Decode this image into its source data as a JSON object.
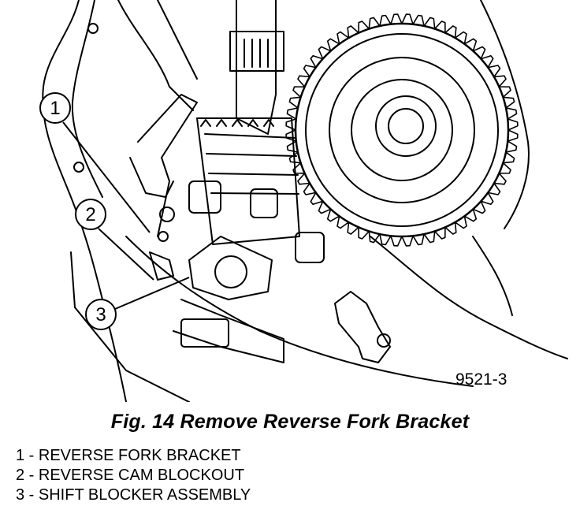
{
  "figure": {
    "figure_id": "9521-3",
    "caption": "Fig. 14 Remove Reverse Fork Bracket"
  },
  "callouts": [
    {
      "number": "1",
      "label": "REVERSE FORK BRACKET"
    },
    {
      "number": "2",
      "label": "REVERSE CAM BLOCKOUT"
    },
    {
      "number": "3",
      "label": "SHIFT BLOCKER ASSEMBLY"
    }
  ],
  "legend": [
    "1 - REVERSE FORK BRACKET",
    "2 - REVERSE CAM BLOCKOUT",
    "3 - SHIFT BLOCKER ASSEMBLY"
  ]
}
